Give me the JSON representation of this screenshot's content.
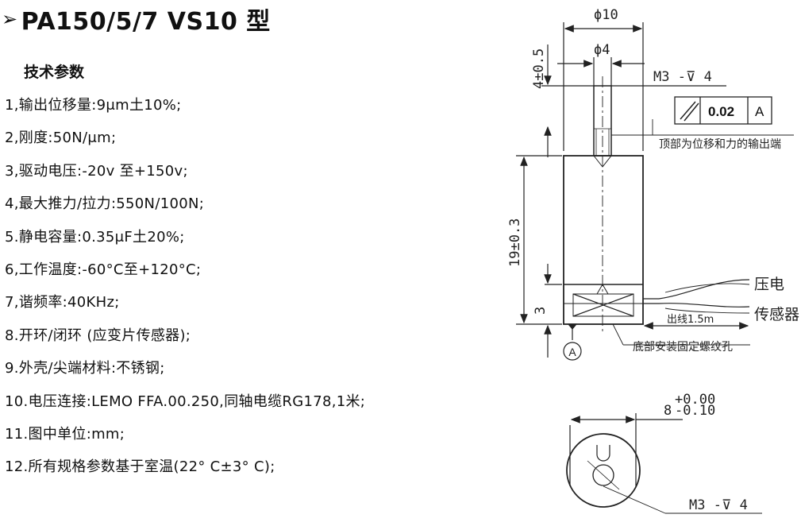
{
  "title": "PA150/5/7 VS10 型",
  "subheading": "技术参数",
  "specs": [
    "1,输出位移量:9μm土10%;",
    "2,刚度:50N/μm;",
    "3,驱动电压:-20v 至+150v;",
    "4,最大推力/拉力:550N/100N;",
    "5.静电容量:0.35μF土20%;",
    "6,工作温度:-60°C至+120°C;",
    "7,谐频率:40KHz;",
    "8.开环/闭环 (应变片传感器);",
    "9.外壳/尖端材料:不锈钢;",
    "10.电压连接:LEMO FFA.00.250,同轴电缆RG178,1米;",
    "11.图中单位:mm;",
    "12.所有规格参数基于室温(22° C±3° C);"
  ],
  "drawing": {
    "dia_outer": "ϕ10",
    "dia_inner": "ϕ4",
    "tip_height": "4±0.5",
    "thread_top": "M3 -⊽ 4",
    "tolerance_value": "0.02",
    "datum": "A",
    "top_note": "顶部为位移和力的输出端",
    "body_height": "19±0.3",
    "base_height": "3",
    "cable_label_1": "压电",
    "cable_label_2": "传感器",
    "cable_length": "出线1.5m",
    "datum_symbol": "A",
    "bottom_note": "底部安装固定螺纹孔",
    "flat_dim": "8",
    "flat_tol_upper": "+0.00",
    "flat_tol_lower": "-0.10",
    "thread_bottom": "M3 -⊽ 4"
  }
}
